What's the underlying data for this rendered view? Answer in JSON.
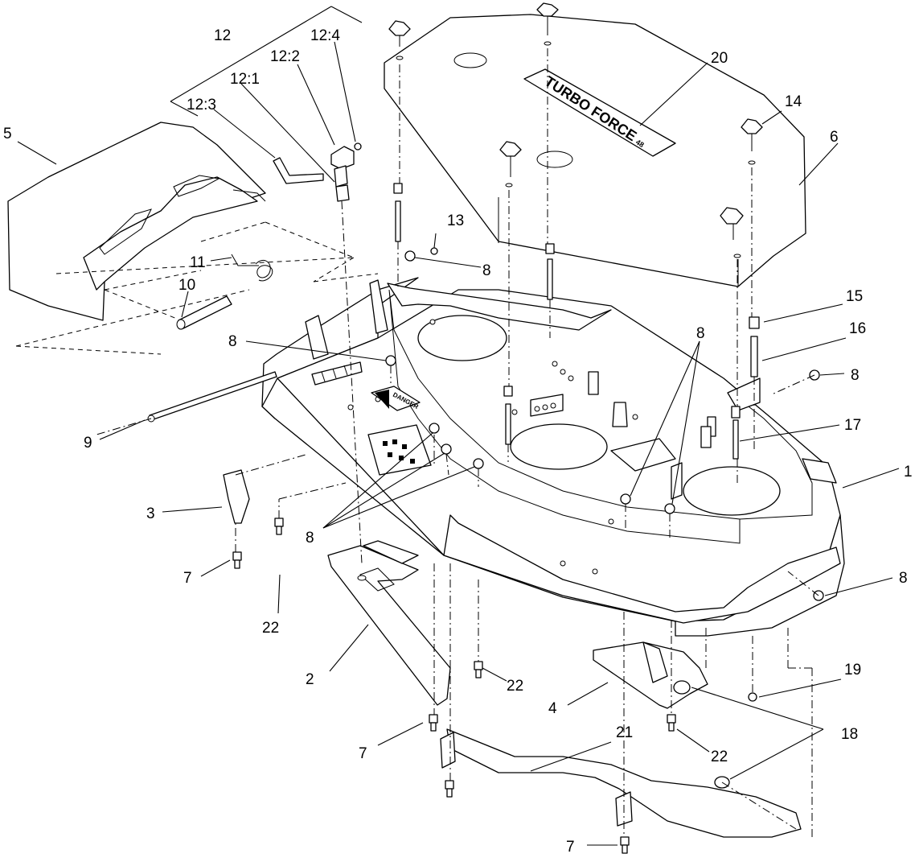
{
  "callouts": [
    {
      "label": "1",
      "part": "mower-deck"
    },
    {
      "label": "2",
      "part": "deflector-left"
    },
    {
      "label": "3",
      "part": "bracket"
    },
    {
      "label": "4",
      "part": "deflector-rear"
    },
    {
      "label": "5",
      "part": "discharge-chute"
    },
    {
      "label": "6",
      "part": "top-cover"
    },
    {
      "label": "7",
      "part": "bolt"
    },
    {
      "label": "7",
      "part": "bolt"
    },
    {
      "label": "7",
      "part": "bolt"
    },
    {
      "label": "8",
      "part": "nut"
    },
    {
      "label": "8",
      "part": "nut"
    },
    {
      "label": "8",
      "part": "nut"
    },
    {
      "label": "8",
      "part": "nut"
    },
    {
      "label": "8",
      "part": "nut"
    },
    {
      "label": "8",
      "part": "nut"
    },
    {
      "label": "9",
      "part": "rod"
    },
    {
      "label": "10",
      "part": "spacer"
    },
    {
      "label": "11",
      "part": "spring"
    },
    {
      "label": "12",
      "part": "latch-kit"
    },
    {
      "label": "12:1",
      "part": "latch-stud"
    },
    {
      "label": "12:2",
      "part": "latch-knob"
    },
    {
      "label": "12:3",
      "part": "latch-rod"
    },
    {
      "label": "12:4",
      "part": "latch-screw"
    },
    {
      "label": "13",
      "part": "screw"
    },
    {
      "label": "14",
      "part": "knob"
    },
    {
      "label": "15",
      "part": "spacer"
    },
    {
      "label": "16",
      "part": "stud"
    },
    {
      "label": "17",
      "part": "stud"
    },
    {
      "label": "18",
      "part": "knob"
    },
    {
      "label": "19",
      "part": "nut"
    },
    {
      "label": "20",
      "part": "decal"
    },
    {
      "label": "21",
      "part": "baffle"
    },
    {
      "label": "22",
      "part": "bolt"
    },
    {
      "label": "22",
      "part": "bolt"
    },
    {
      "label": "22",
      "part": "bolt"
    }
  ],
  "decals": {
    "logo_line1": "TURBO FORCE",
    "logo_line2": "48",
    "danger": "DANGER"
  }
}
